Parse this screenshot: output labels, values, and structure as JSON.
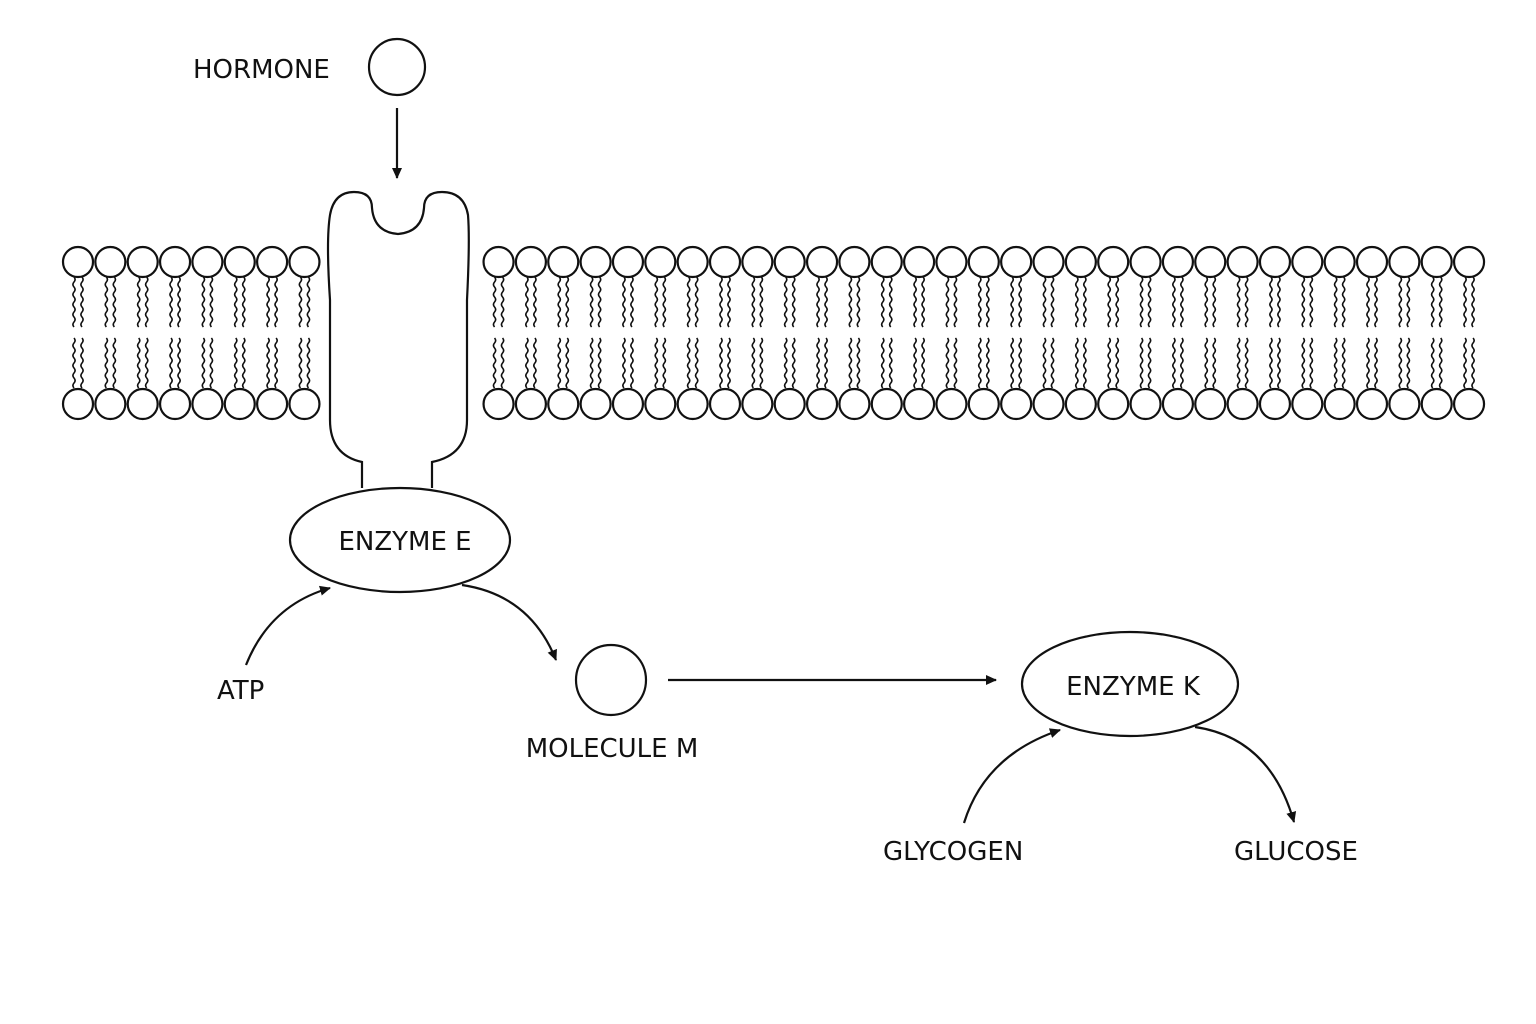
{
  "labels": {
    "hormone": "HORMONE",
    "enzyme_e": "ENZYME E",
    "atp": "ATP",
    "molecule_m": "MOLECULE M",
    "enzyme_k": "ENZYME K",
    "glycogen": "GLYCOGEN",
    "glucose": "GLUCOSE"
  },
  "colors": {
    "stroke": "#111111",
    "background": "#ffffff"
  }
}
